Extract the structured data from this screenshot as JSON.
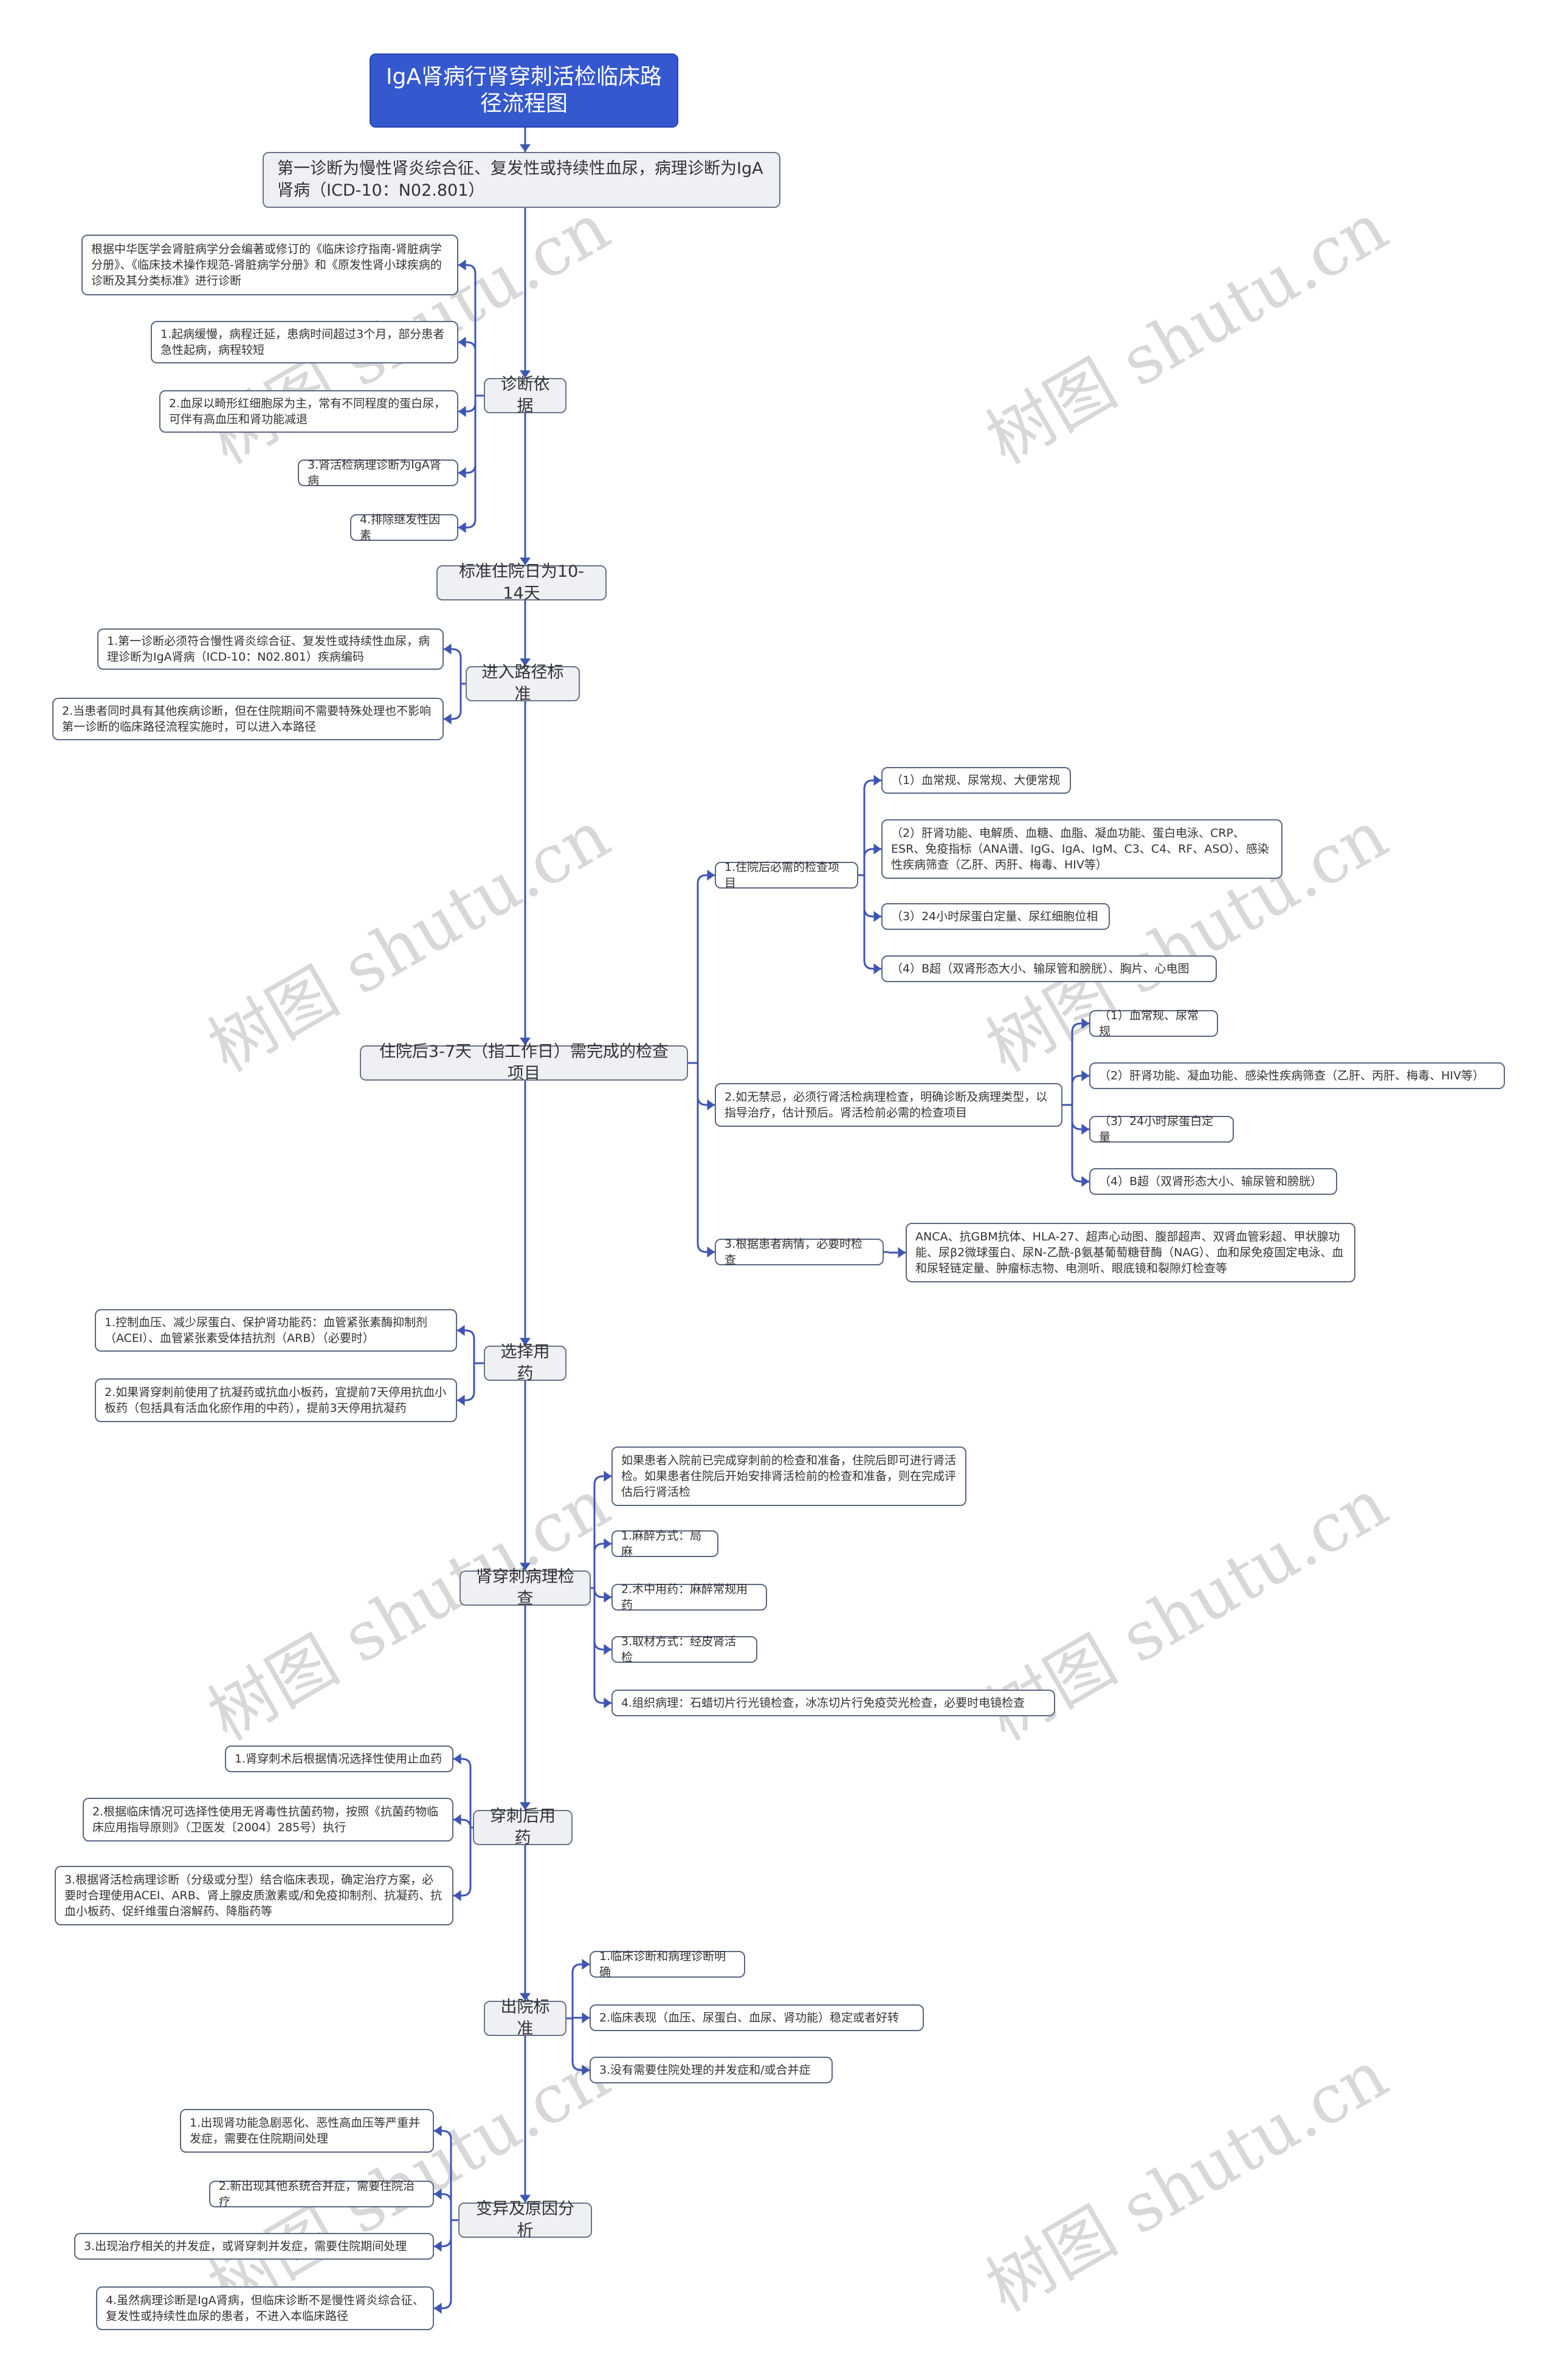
{
  "title": "IgA肾病行肾穿刺活检临床路径流程图",
  "watermark": "树图 shutu.cn",
  "colors": {
    "title_bg": "#3558cf",
    "line": "#3f55b3",
    "main_bg": "#eef0f4"
  },
  "first_diagnosis": "第一诊断为慢性肾炎综合征、复发性或持续性血尿，病理诊断为IgA肾病（ICD-10：N02.801）",
  "diagnosis_basis": {
    "label": "诊断依据",
    "items": [
      "根据中华医学会肾脏病学分会编著或修订的《临床诊疗指南-肾脏病学分册》、《临床技术操作规范-肾脏病学分册》和《原发性肾小球疾病的诊断及其分类标准》进行诊断",
      "1.起病缓慢，病程迁延，患病时间超过3个月，部分患者急性起病，病程较短",
      "2.血尿以畸形红细胞尿为主，常有不同程度的蛋白尿，可伴有高血压和肾功能减退",
      "3.肾活检病理诊断为IgA肾病",
      "4.排除继发性因素"
    ]
  },
  "standard_stay": {
    "label": "标准住院日为10-14天"
  },
  "entry_criteria": {
    "label": "进入路径标准",
    "items": [
      "1.第一诊断必须符合慢性肾炎综合征、复发性或持续性血尿，病理诊断为IgA肾病（ICD-10：N02.801）疾病编码",
      "2.当患者同时具有其他疾病诊断，但在住院期间不需要特殊处理也不影响第一诊断的临床路径流程实施时，可以进入本路径"
    ]
  },
  "exams": {
    "label": "住院后3-7天（指工作日）需完成的检查项目",
    "groups": [
      {
        "label": "1.住院后必需的检查项目",
        "items": [
          "（1）血常规、尿常规、大便常规",
          "（2）肝肾功能、电解质、血糖、血脂、凝血功能、蛋白电泳、CRP、ESR、免疫指标（ANA谱、IgG、IgA、IgM、C3、C4、RF、ASO）、感染性疾病筛查（乙肝、丙肝、梅毒、HIV等）",
          "（3）24小时尿蛋白定量、尿红细胞位相",
          "（4）B超（双肾形态大小、输尿管和膀胱）、胸片、心电图"
        ]
      },
      {
        "label": "2.如无禁忌，必须行肾活检病理检查，明确诊断及病理类型，以指导治疗，估计预后。肾活检前必需的检查项目",
        "items": [
          "（1）血常规、尿常规",
          "（2）肝肾功能、凝血功能、感染性疾病筛查（乙肝、丙肝、梅毒、HIV等）",
          "（3）24小时尿蛋白定量",
          "（4）B超（双肾形态大小、输尿管和膀胱）"
        ]
      },
      {
        "label": "3.根据患者病情，必要时检查",
        "items": [
          "ANCA、抗GBM抗体、HLA-27、超声心动图、腹部超声、双肾血管彩超、甲状腺功能、尿β2微球蛋白、尿N-乙酰-β氨基葡萄糖苷酶（NAG）、血和尿免疫固定电泳、血和尿轻链定量、肿瘤标志物、电测听、眼底镜和裂隙灯检查等"
        ]
      }
    ]
  },
  "medication": {
    "label": "选择用药",
    "items": [
      "1.控制血压、减少尿蛋白、保护肾功能药：血管紧张素酶抑制剂（ACEI）、血管紧张素受体拮抗剂（ARB）（必要时）",
      "2.如果肾穿刺前使用了抗凝药或抗血小板药，宜提前7天停用抗血小板药（包括具有活血化瘀作用的中药），提前3天停用抗凝药"
    ]
  },
  "biopsy": {
    "label": "肾穿刺病理检查",
    "items": [
      "如果患者入院前已完成穿刺前的检查和准备，住院后即可进行肾活检。如果患者住院后开始安排肾活检前的检查和准备，则在完成评估后行肾活检",
      "1.麻醉方式：局麻",
      "2.术中用药：麻醉常规用药",
      "3.取材方式：经皮肾活检",
      "4.组织病理：石蜡切片行光镜检查，冰冻切片行免疫荧光检查，必要时电镜检查"
    ]
  },
  "post_medication": {
    "label": "穿刺后用药",
    "items": [
      "1.肾穿刺术后根据情况选择性使用止血药",
      "2.根据临床情况可选择性使用无肾毒性抗菌药物，按照《抗菌药物临床应用指导原则》（卫医发〔2004〕285号）执行",
      "3.根据肾活检病理诊断（分级或分型）结合临床表现，确定治疗方案，必要时合理使用ACEI、ARB、肾上腺皮质激素或/和免疫抑制剂、抗凝药、抗血小板药、促纤维蛋白溶解药、降脂药等"
    ]
  },
  "discharge": {
    "label": "出院标准",
    "items": [
      "1.临床诊断和病理诊断明确",
      "2.临床表现（血压、尿蛋白、血尿、肾功能）稳定或者好转",
      "3.没有需要住院处理的并发症和/或合并症"
    ]
  },
  "variation": {
    "label": "变异及原因分析",
    "items": [
      "1.出现肾功能急剧恶化、恶性高血压等严重并发症，需要在住院期间处理",
      "2.新出现其他系统合并症，需要住院治疗",
      "3.出现治疗相关的并发症，或肾穿刺并发症，需要住院期间处理",
      "4.虽然病理诊断是IgA肾病，但临床诊断不是慢性肾炎综合征、复发性或持续性血尿的患者，不进入本临床路径"
    ]
  }
}
